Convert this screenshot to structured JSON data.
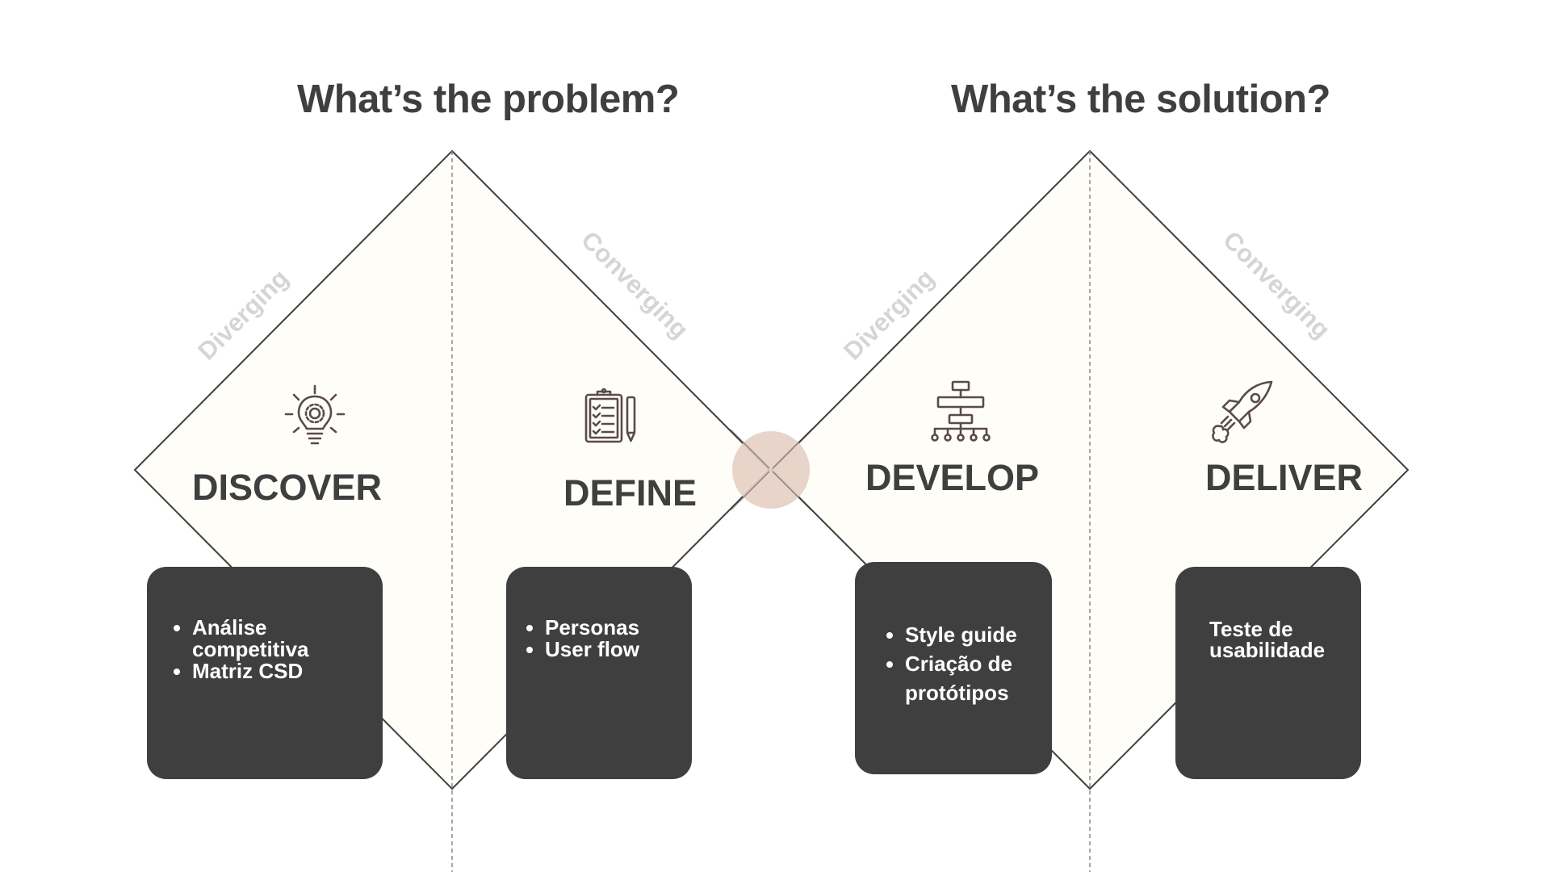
{
  "headings": {
    "problem": "What’s the problem?",
    "solution": "What’s the solution?"
  },
  "phases": [
    {
      "title": "DISCOVER",
      "icon": "lightbulb-gear-icon",
      "mode": "Diverging",
      "items": [
        "Análise competitiva",
        "Matriz CSD"
      ]
    },
    {
      "title": "DEFINE",
      "icon": "clipboard-checklist-icon",
      "mode": "Converging",
      "items": [
        "Personas",
        "User flow"
      ]
    },
    {
      "title": "DEVELOP",
      "icon": "sitemap-icon",
      "mode": "Diverging",
      "items": [
        "Style guide",
        "Criação de protótipos"
      ]
    },
    {
      "title": "DELIVER",
      "icon": "rocket-icon",
      "mode": "Converging",
      "text": "Teste de usabilidade"
    }
  ],
  "colors": {
    "diamond_fill": "#fefdf8",
    "outline": "#3f3f3f",
    "card": "#3f3f3f",
    "card_text": "#ffffff",
    "mode_label": "#d5d5d5",
    "junction": "#e6cfc3"
  }
}
